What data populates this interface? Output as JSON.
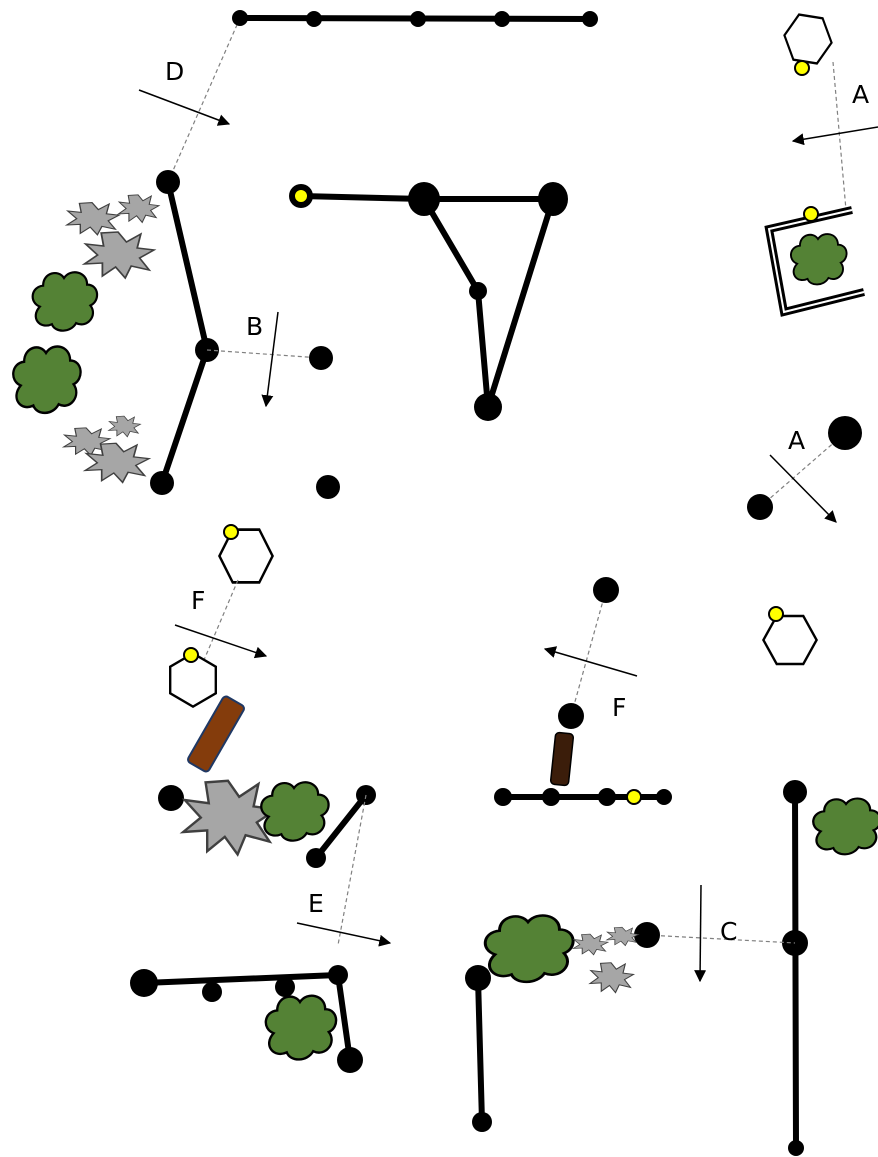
{
  "labels": {
    "d": "D",
    "a_top": "A",
    "b": "B",
    "a_mid": "A",
    "f_left": "F",
    "f_right": "F",
    "e": "E",
    "c": "C"
  },
  "colors": {
    "bush": "#548235",
    "rock": "#a6a6a6",
    "stake": "#843c0c",
    "stake_dark": "#3b1d0a",
    "marker": "#ffff00"
  }
}
